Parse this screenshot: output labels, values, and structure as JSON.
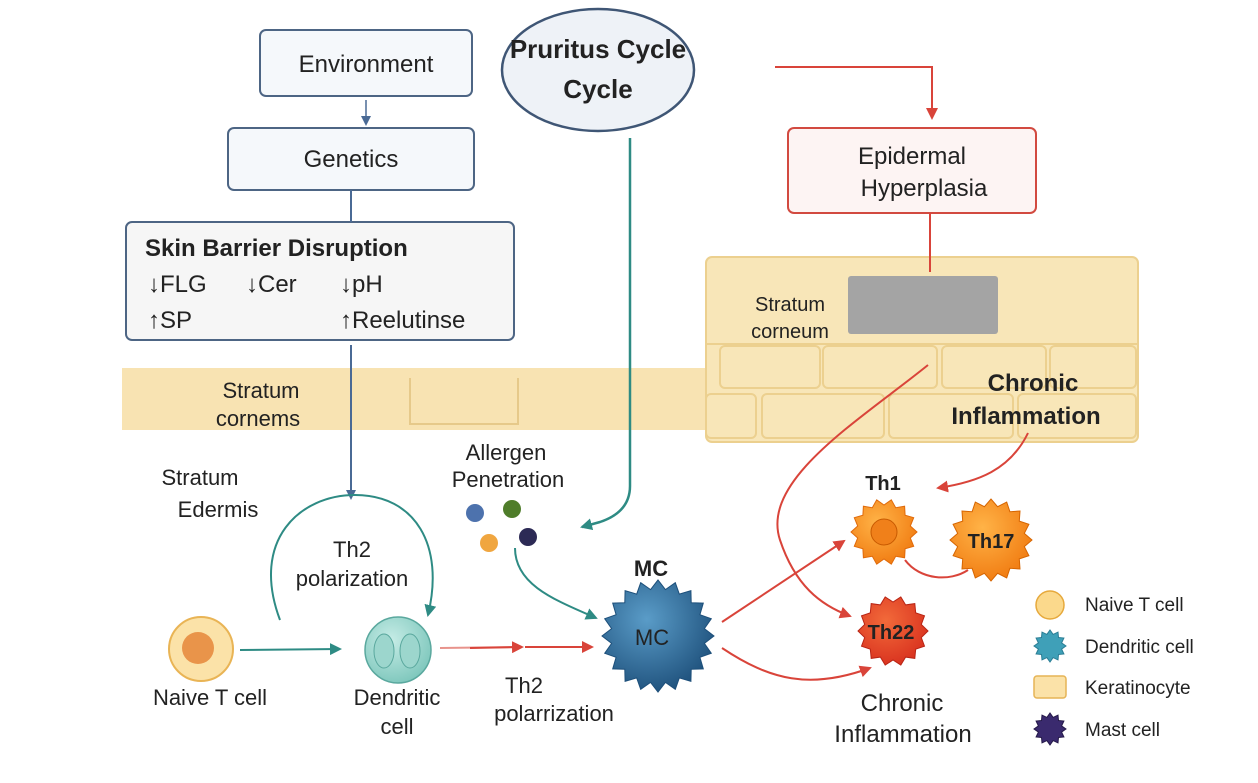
{
  "title": "Pruritus Cycle",
  "boxes": {
    "environment": "Environment",
    "genetics": "Genetics",
    "barrier_title": "Skin Barrier Disruption",
    "barrier_flg": "↓FLG",
    "barrier_cer": "↓Cer",
    "barrier_ph": "↓pH",
    "barrier_sp": "↑SP",
    "barrier_other": "↑Reelutinse",
    "hyperplasia_line1": "Epidermal",
    "hyperplasia_line2": "Hyperplasia"
  },
  "layers": {
    "left_stratum_line1": "Stratum",
    "left_stratum_line2": "cornems",
    "right_stratum_line1": "Stratum",
    "right_stratum_line2": "corneum",
    "edermis_line1": "Stratum",
    "edermis_line2": "Edermis"
  },
  "labels": {
    "allergen_line1": "Allergen",
    "allergen_line2": "Penetration",
    "th2_loop_line1": "Th2",
    "th2_loop_line2": "polarization",
    "naive": "Naive T cell",
    "dendritic_line1": "Dendritic",
    "dendritic_line2": "cell",
    "th2_bottom_line1": "Th2",
    "th2_bottom_line2": "polarrization",
    "mc_top": "MC",
    "mc_center": "MC",
    "th1": "Th1",
    "th17": "Th17",
    "th22": "Th22",
    "chronic_top_line1": "Chronic",
    "chronic_top_line2": "Inflammation",
    "chronic_bottom_line1": "Chronic",
    "chronic_bottom_line2": "Inflammation"
  },
  "legend": [
    {
      "label": "Naive T cell",
      "icon": "naive-t-cell-icon"
    },
    {
      "label": "Dendritic cell",
      "icon": "dendritic-cell-icon"
    },
    {
      "label": "Keratinocyte",
      "icon": "keratinocyte-icon"
    },
    {
      "label": "Mast cell",
      "icon": "mast-cell-icon"
    }
  ],
  "colors": {
    "teal": "#2e8b84",
    "red": "#d9443a",
    "navy": "#3a5378",
    "keratinocyte": "#f8e6b8",
    "mast": "#2f6a96",
    "th_orange": "#f28a1c"
  }
}
